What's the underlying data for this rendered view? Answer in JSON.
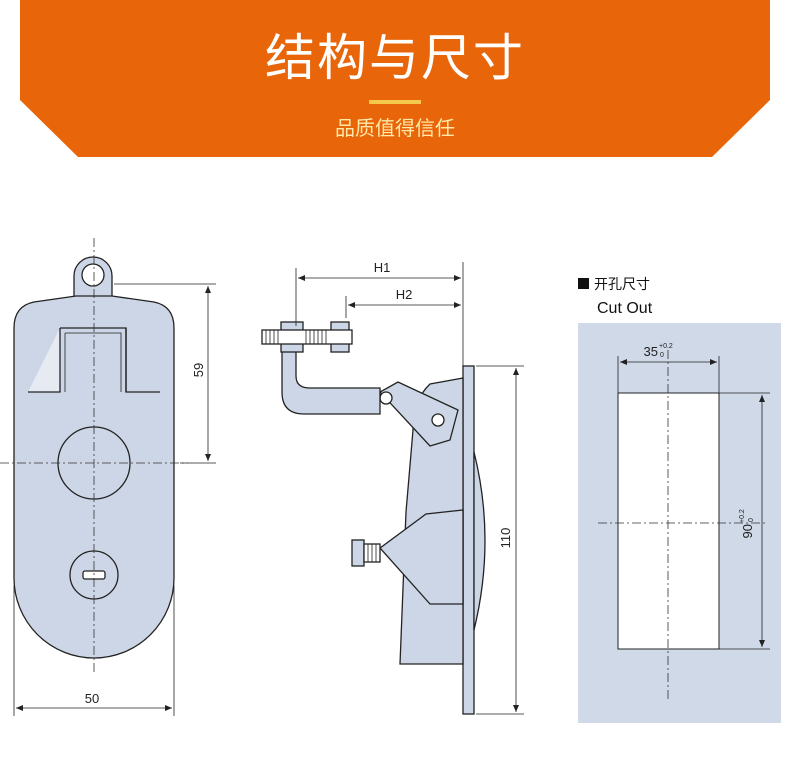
{
  "header": {
    "title": "结构与尺寸",
    "subtitle": "品质值得信任",
    "background_color": "#e8650a",
    "accent_color": "#f4c84a"
  },
  "front_view": {
    "width_label": "50",
    "height_label": "59"
  },
  "side_view": {
    "h1_label": "H1",
    "h2_label": "H2",
    "height_label": "110"
  },
  "cutout": {
    "title_cn": "开孔尺寸",
    "title_en": "Cut Out",
    "width_value": "35",
    "width_tol_upper": "+0.2",
    "width_tol_lower": "0",
    "height_value": "90",
    "height_tol_upper": "+0.2",
    "height_tol_lower": "0",
    "panel_color": "#cfd9e8"
  },
  "colors": {
    "part_fill": "#cdd6e6",
    "line": "#222222"
  }
}
